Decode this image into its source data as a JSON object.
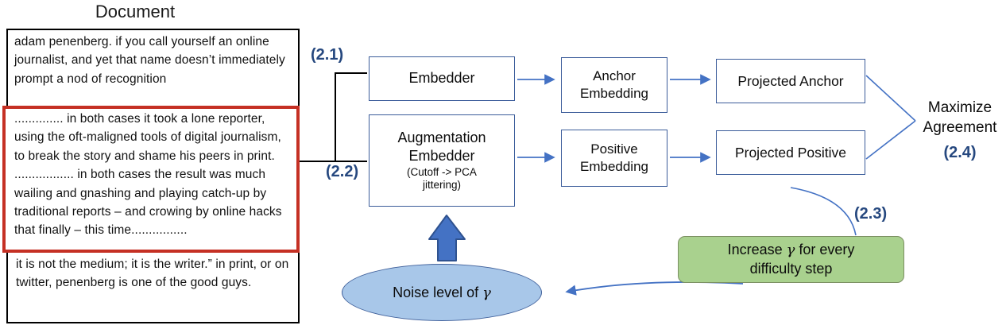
{
  "title": "Document",
  "document": {
    "para_top": "adam penenberg. if you call yourself an online journalist, and yet that name doesn’t immediately prompt a nod of recognition",
    "para_highlighted": "..............  in both cases it took a lone reporter, using the oft-maligned tools of digital journalism, to break the story and shame his peers in print. ................. in both cases the result was much wailing and gnashing and playing catch-up by traditional reports – and crowing by online hacks that finally – this time................",
    "para_bottom": "it is not the medium; it is the writer.” in print, or on twitter, penenberg is one of the good guys."
  },
  "labels": {
    "step1": "(2.1)",
    "step2": "(2.2)",
    "step3": "(2.3)",
    "step4": "(2.4)"
  },
  "boxes": {
    "embedder": "Embedder",
    "augmentation": {
      "line1": "Augmentation",
      "line2": "Embedder",
      "sub1": "(Cutoff -> PCA",
      "sub2": "jittering)"
    },
    "anchor_embedding": {
      "line1": "Anchor",
      "line2": "Embedding"
    },
    "positive_embedding": {
      "line1": "Positive",
      "line2": "Embedding"
    },
    "projected_anchor": "Projected Anchor",
    "projected_positive": "Projected Positive",
    "maximize": {
      "line1": "Maximize",
      "line2": "Agreement"
    },
    "increase_gamma": {
      "pre": "Increase ",
      "gamma": "γ",
      "post": " for every",
      "line2": "difficulty step"
    },
    "noise_level": {
      "pre": "Noise level of ",
      "gamma": "γ"
    }
  },
  "colors": {
    "box_border_blue": "#3b5c9a",
    "arrow_blue": "#4472c4",
    "block_arrow_fill": "#4472c4",
    "block_arrow_border": "#2f528f",
    "label_navy": "#26487f",
    "highlight_red": "#c53024",
    "green_fill": "#a9d18e",
    "ellipse_fill": "#a8c7e9",
    "connector_black": "#000000"
  }
}
